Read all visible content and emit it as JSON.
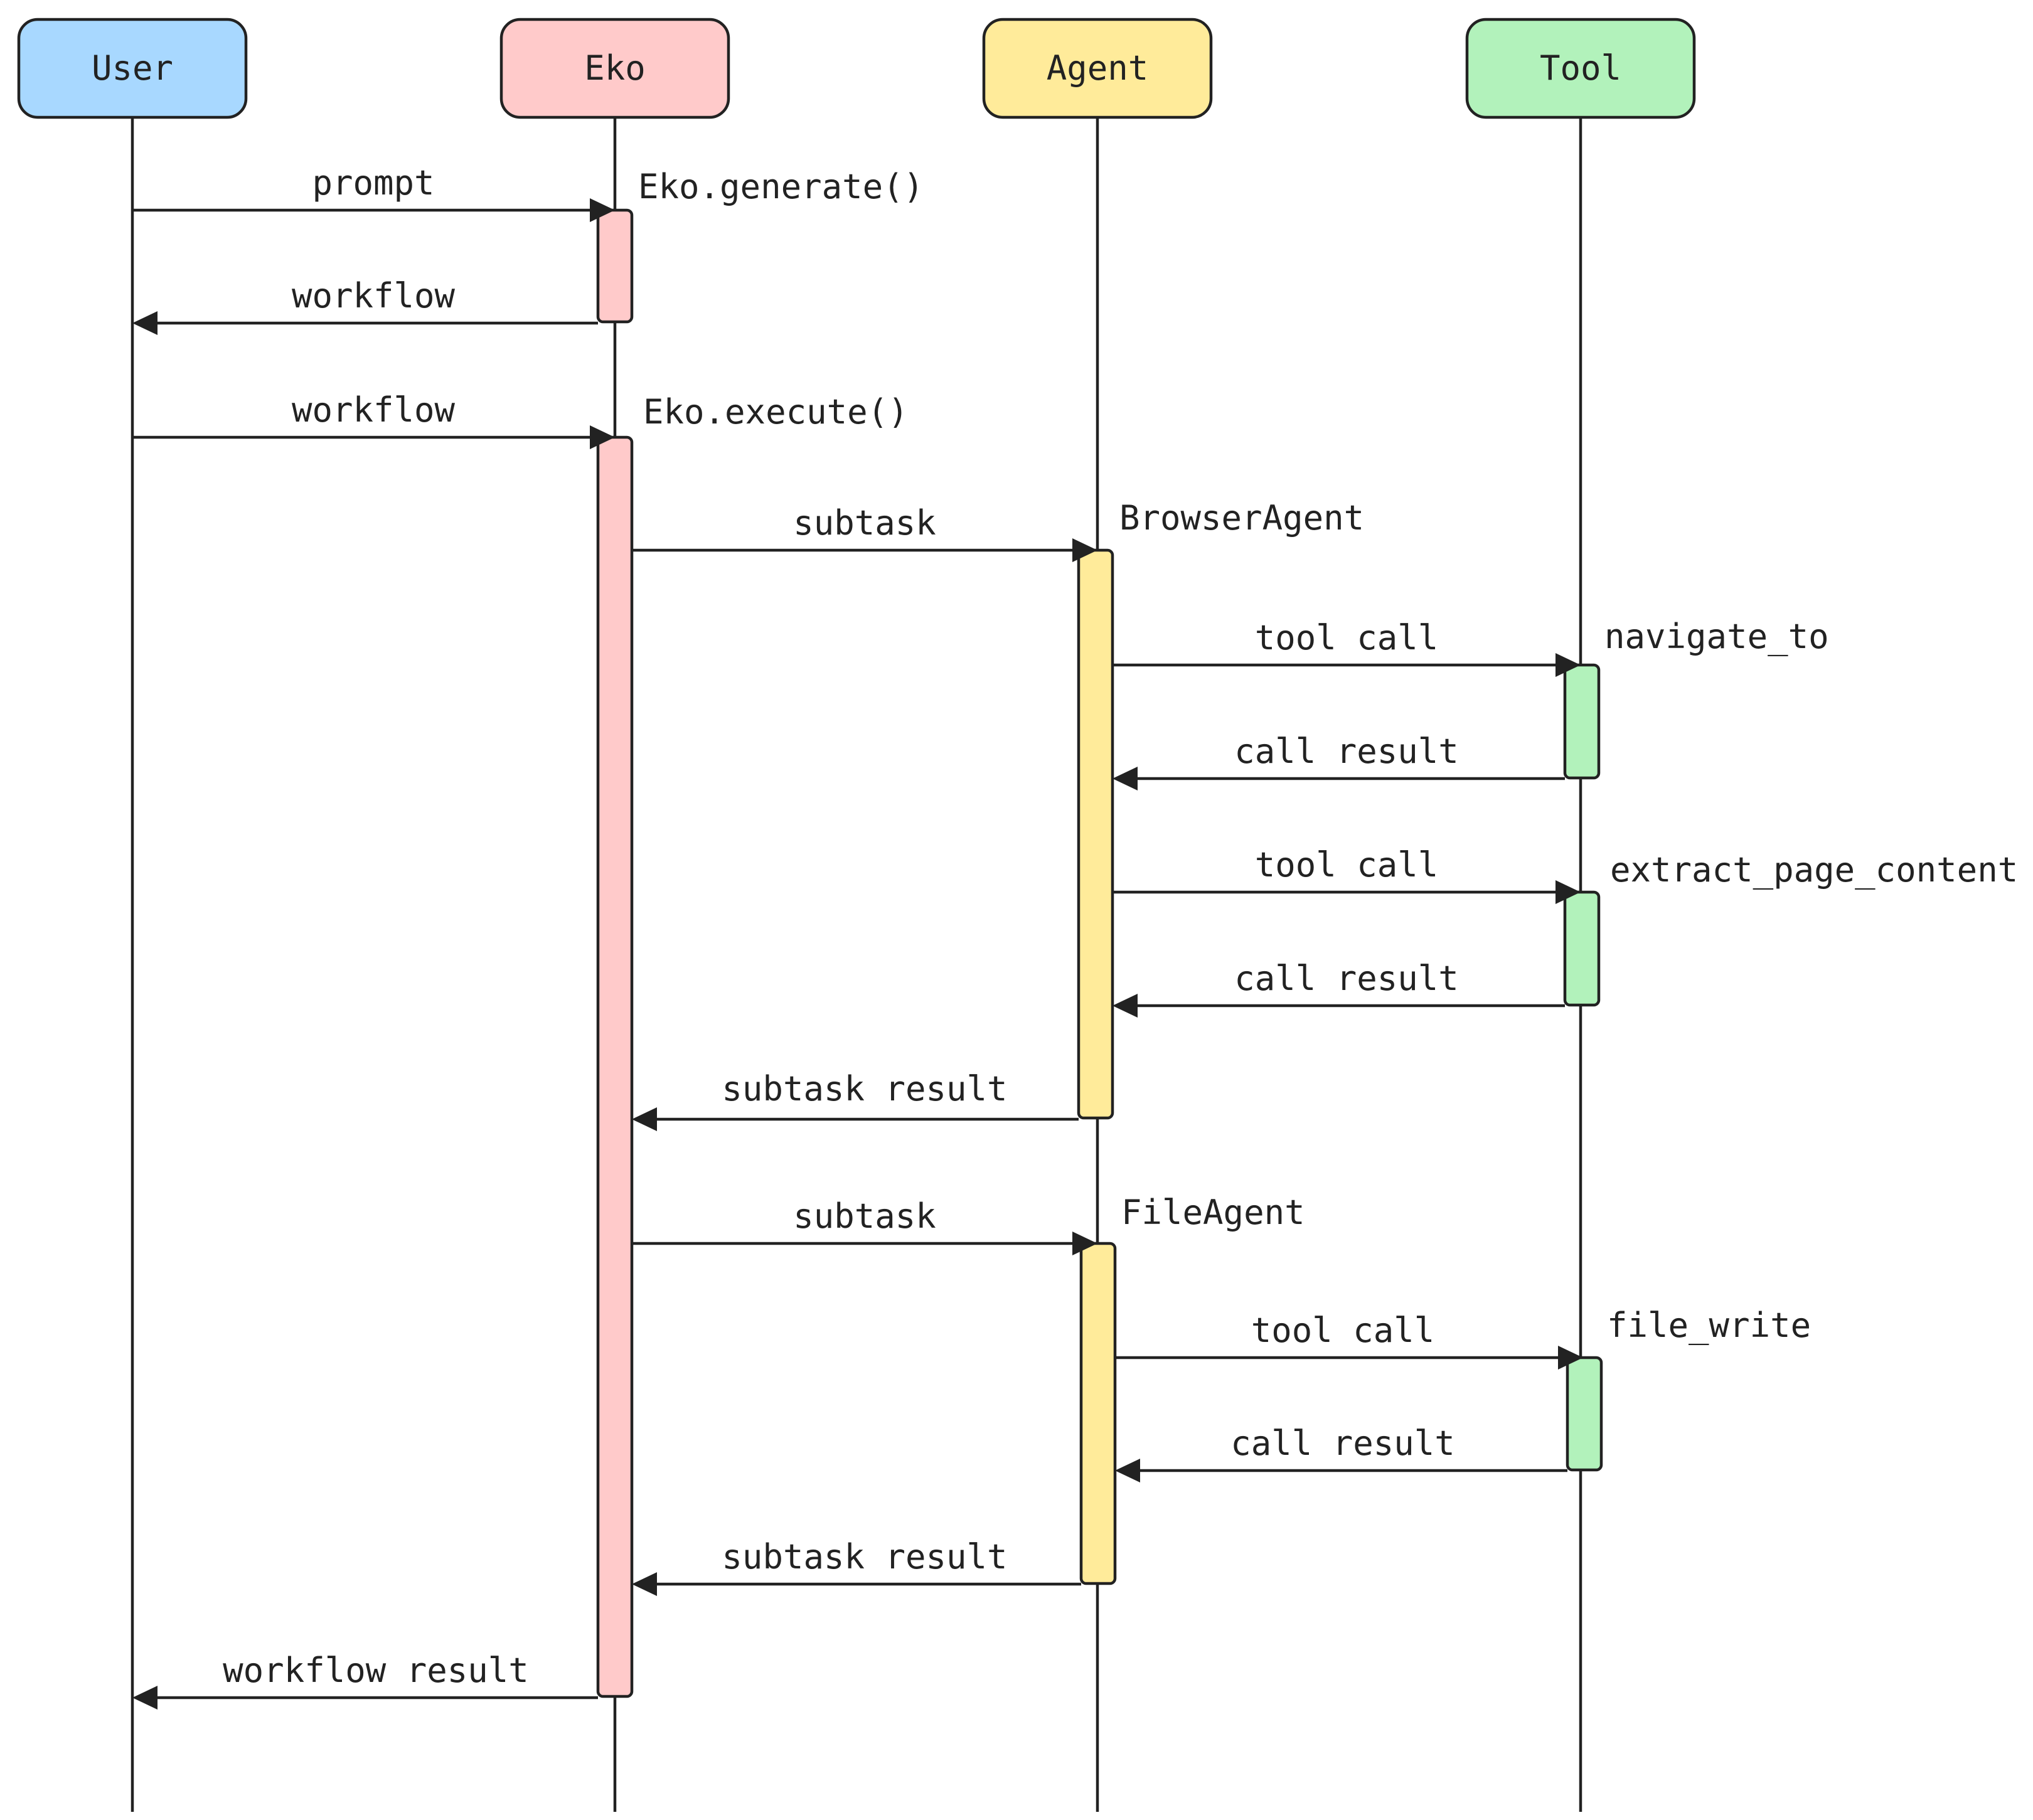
{
  "participants": [
    {
      "id": "user",
      "label": "User",
      "color": "#a8d8ff"
    },
    {
      "id": "eko",
      "label": "Eko",
      "color": "#ffcaca"
    },
    {
      "id": "agent",
      "label": "Agent",
      "color": "#ffeb9a"
    },
    {
      "id": "tool",
      "label": "Tool",
      "color": "#b2f2bb"
    }
  ],
  "activation_labels": {
    "eko_generate": "Eko.generate()",
    "eko_execute": "Eko.execute()",
    "browser_agent": "BrowserAgent",
    "navigate_to": "navigate_to",
    "extract_page_content": "extract_page_content",
    "file_agent": "FileAgent",
    "file_write": "file_write"
  },
  "messages": [
    {
      "from": "user",
      "to": "eko",
      "label": "prompt"
    },
    {
      "from": "eko",
      "to": "user",
      "label": "workflow"
    },
    {
      "from": "user",
      "to": "eko",
      "label": "workflow"
    },
    {
      "from": "eko",
      "to": "agent",
      "label": "subtask"
    },
    {
      "from": "agent",
      "to": "tool",
      "label": "tool call"
    },
    {
      "from": "tool",
      "to": "agent",
      "label": "call result"
    },
    {
      "from": "agent",
      "to": "tool",
      "label": "tool call"
    },
    {
      "from": "tool",
      "to": "agent",
      "label": "call result"
    },
    {
      "from": "agent",
      "to": "eko",
      "label": "subtask result"
    },
    {
      "from": "eko",
      "to": "agent",
      "label": "subtask"
    },
    {
      "from": "agent",
      "to": "tool",
      "label": "tool call"
    },
    {
      "from": "tool",
      "to": "agent",
      "label": "call result"
    },
    {
      "from": "agent",
      "to": "eko",
      "label": "subtask result"
    },
    {
      "from": "eko",
      "to": "user",
      "label": "workflow result"
    }
  ]
}
